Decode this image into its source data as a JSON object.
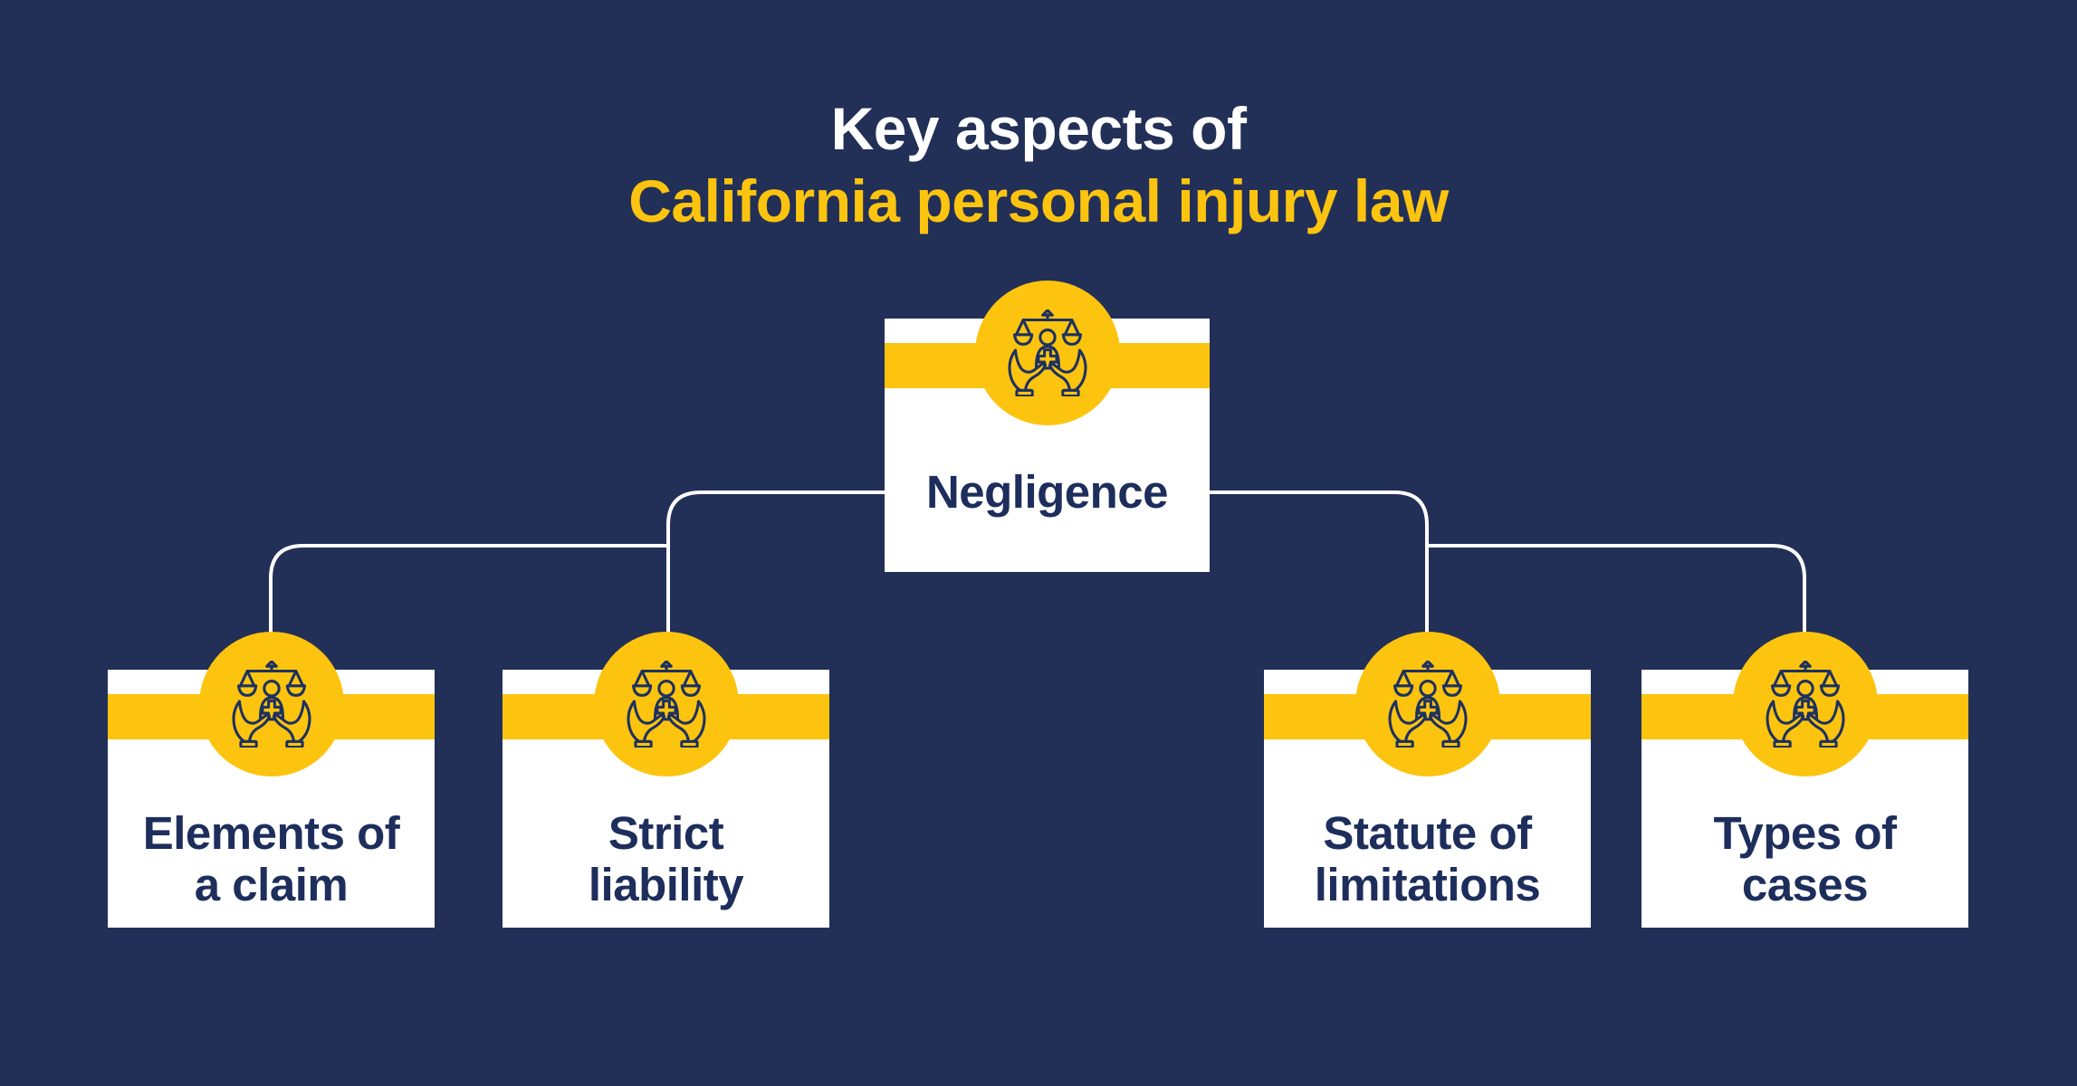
{
  "title": {
    "line1": "Key aspects of",
    "line2": "California personal injury law"
  },
  "root_node": {
    "label": "Negligence",
    "icon": "justice-care-icon"
  },
  "child_nodes": [
    {
      "lines": [
        "Elements of",
        "a claim"
      ],
      "icon": "justice-care-icon"
    },
    {
      "lines": [
        "Strict",
        "liability"
      ],
      "icon": "justice-care-icon"
    },
    {
      "lines": [
        "Statute of",
        "limitations"
      ],
      "icon": "justice-care-icon"
    },
    {
      "lines": [
        "Types of",
        "cases"
      ],
      "icon": "justice-care-icon"
    }
  ],
  "colors": {
    "bg": "#223057",
    "yellow": "#FDC40F",
    "card": "#FFFFFF",
    "text_navy": "#1D2E5C",
    "line": "#FFFFFF",
    "icon_stroke": "#1D3160"
  }
}
